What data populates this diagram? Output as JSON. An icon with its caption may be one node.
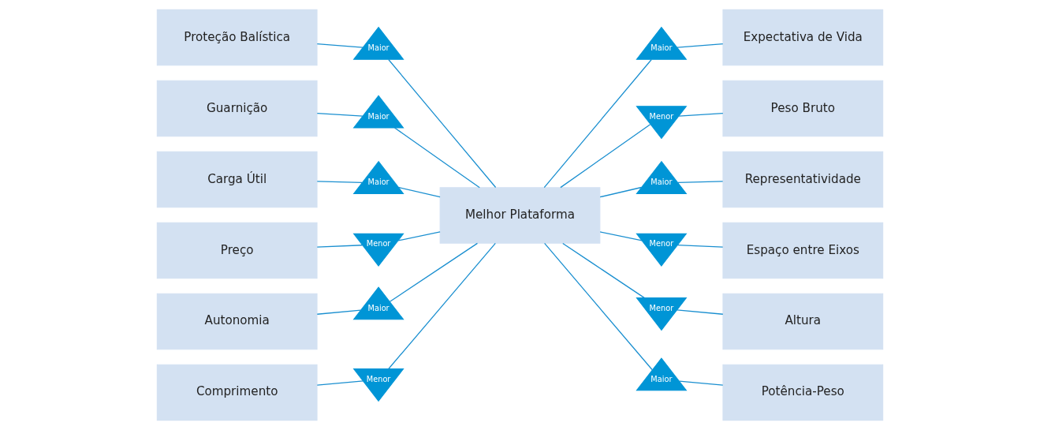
{
  "diagram": {
    "nodes": [
      {
        "text": [
          "Proteção Balística"
        ]
      },
      {
        "text": [
          "Guarnição"
        ]
      },
      {
        "text": [
          "Expectativa de Vida"
        ]
      },
      {
        "text": [
          "Peso Bruto"
        ]
      },
      {
        "text": [
          "Carga Útil"
        ]
      },
      {
        "text": [
          "Melhor Plataforma"
        ]
      },
      {
        "text": [
          "Representatividade"
        ]
      },
      {
        "text": [
          "Preço"
        ]
      },
      {
        "text": [
          "Espaço entre Eixos"
        ]
      },
      {
        "text": [
          "Autonomia"
        ]
      },
      {
        "text": [
          "Comprimento"
        ]
      },
      {
        "text": [
          "Altura"
        ]
      },
      {
        "text": [
          "Potência-Peso"
        ]
      },
      {
        "text": [
          "Maior"
        ]
      },
      {
        "text": [
          "Maior"
        ]
      },
      {
        "text": [
          "Maior"
        ]
      },
      {
        "text": [
          "Menor"
        ]
      },
      {
        "text": [
          "Maior"
        ]
      },
      {
        "text": [
          "Maior"
        ]
      },
      {
        "text": [
          "Menor"
        ]
      },
      {
        "text": [
          "Menor"
        ]
      },
      {
        "text": [
          "Maior"
        ]
      },
      {
        "text": [
          "Menor"
        ]
      },
      {
        "text": [
          "Menor"
        ]
      },
      {
        "text": [
          "Maior"
        ]
      }
    ],
    "edges": [
      {
        "from": 0,
        "to": 13,
        "arrow": "none"
      },
      {
        "from": 13,
        "to": 5,
        "arrow": "none"
      },
      {
        "from": 1,
        "to": 14,
        "arrow": "none"
      },
      {
        "from": 14,
        "to": 5,
        "arrow": "none"
      },
      {
        "from": 5,
        "to": 15,
        "arrow": "none"
      },
      {
        "from": 15,
        "to": 2,
        "arrow": "none"
      },
      {
        "from": 5,
        "to": 16,
        "arrow": "none"
      },
      {
        "from": 16,
        "to": 3,
        "arrow": "none"
      },
      {
        "from": 4,
        "to": 17,
        "arrow": "none"
      },
      {
        "from": 17,
        "to": 5,
        "arrow": "none"
      },
      {
        "from": 5,
        "to": 18,
        "arrow": "none"
      },
      {
        "from": 18,
        "to": 6,
        "arrow": "none"
      },
      {
        "from": 7,
        "to": 19,
        "arrow": "none"
      },
      {
        "from": 19,
        "to": 5,
        "arrow": "none"
      },
      {
        "from": 5,
        "to": 20,
        "arrow": "none"
      },
      {
        "from": 20,
        "to": 8,
        "arrow": "none"
      },
      {
        "from": 9,
        "to": 21,
        "arrow": "none"
      },
      {
        "from": 21,
        "to": 5,
        "arrow": "none"
      },
      {
        "from": 10,
        "to": 22,
        "arrow": "none"
      },
      {
        "from": 22,
        "to": 5,
        "arrow": "none"
      },
      {
        "from": 5,
        "to": 23,
        "arrow": "none"
      },
      {
        "from": 23,
        "to": 11,
        "arrow": "none"
      },
      {
        "from": 5,
        "to": 24,
        "arrow": "none"
      },
      {
        "from": 24,
        "to": 12,
        "arrow": "none"
      }
    ]
  }
}
